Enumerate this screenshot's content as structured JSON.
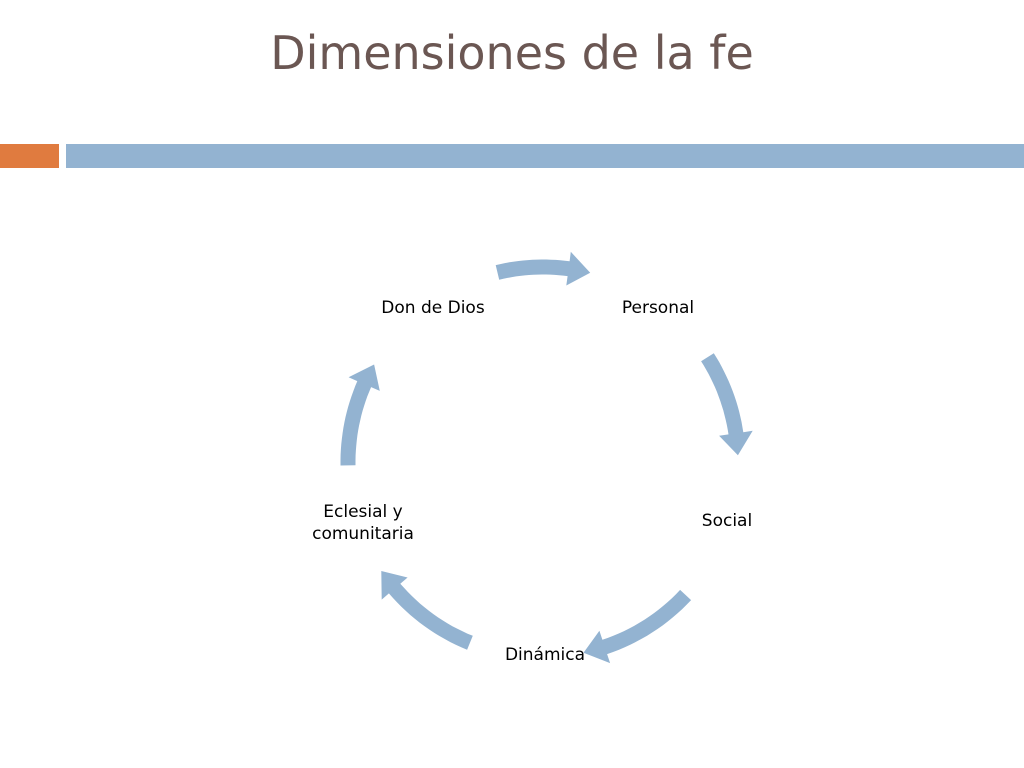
{
  "slide": {
    "title": "Dimensiones de la fe"
  },
  "colors": {
    "title": "#6b5753",
    "accent_bar": "#e07b3f",
    "main_bar": "#93b3d1",
    "arrow": "#93b3d1",
    "background": "#ffffff"
  },
  "cycle": {
    "nodes": [
      {
        "label": "Personal"
      },
      {
        "label": "Social"
      },
      {
        "label": "Dinámica"
      },
      {
        "label": "Eclesial y\ncomunitaria"
      },
      {
        "label": "Don de Dios"
      }
    ]
  }
}
